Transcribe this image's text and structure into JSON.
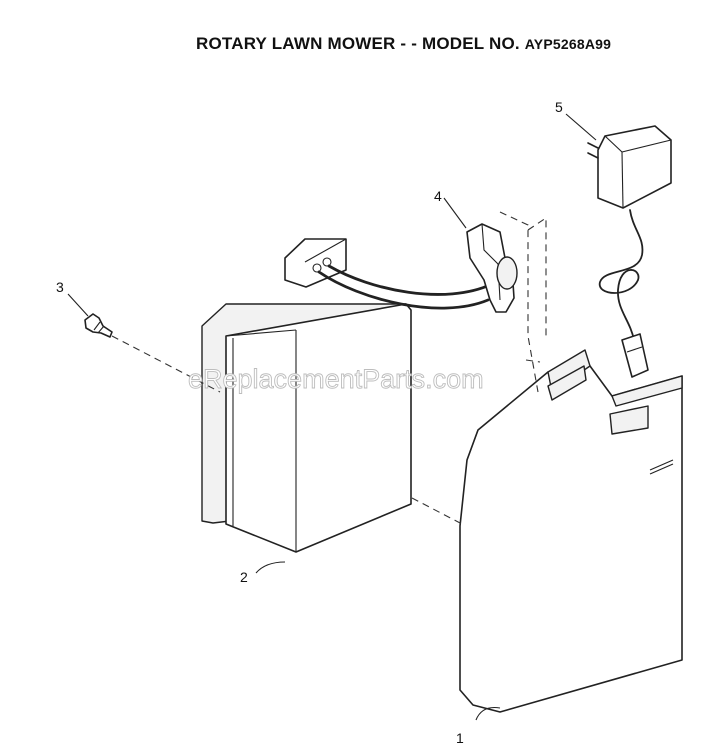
{
  "header": {
    "title_main": "ROTARY LAWN MOWER - - MODEL NO.",
    "model_no": "AYP5268A99"
  },
  "watermark": "eReplacementParts.com",
  "callouts": {
    "part_1": "1",
    "part_2": "2",
    "part_3": "3",
    "part_4": "4",
    "part_5": "5"
  }
}
